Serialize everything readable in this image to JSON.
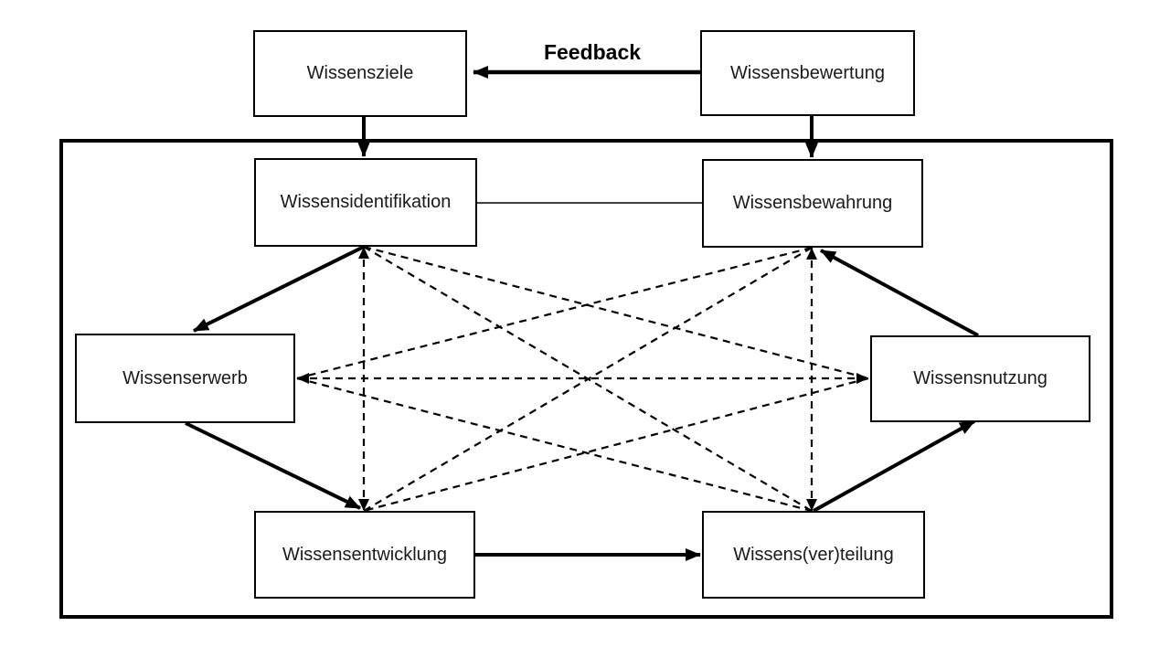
{
  "feedback_label": "Feedback",
  "nodes": {
    "wissensziele": "Wissensziele",
    "wissensbewertung": "Wissensbewertung",
    "wissensidentifikation": "Wissensidentifikation",
    "wissensbewahrung": "Wissensbewahrung",
    "wissenserwerb": "Wissenserwerb",
    "wissensnutzung": "Wissensnutzung",
    "wissensentwicklung": "Wissensentwicklung",
    "wissensverteilung": "Wissens(ver)teilung"
  },
  "colors": {
    "line": "#000000",
    "background": "#ffffff",
    "text": "#1a1a1a"
  },
  "edges": {
    "solid_arrows": [
      {
        "from": "Wissensbewertung",
        "to": "Wissensziele",
        "label": "Feedback"
      },
      {
        "from": "Wissensziele",
        "to": "Wissensidentifikation"
      },
      {
        "from": "Wissensbewertung",
        "to": "Wissensbewahrung"
      },
      {
        "from": "Wissensidentifikation",
        "to": "Wissenserwerb"
      },
      {
        "from": "Wissenserwerb",
        "to": "Wissensentwicklung"
      },
      {
        "from": "Wissensentwicklung",
        "to": "Wissens(ver)teilung"
      },
      {
        "from": "Wissens(ver)teilung",
        "to": "Wissensnutzung"
      },
      {
        "from": "Wissensnutzung",
        "to": "Wissensbewahrung"
      }
    ],
    "plain_lines": [
      {
        "between": [
          "Wissensidentifikation",
          "Wissensbewahrung"
        ]
      }
    ],
    "dashed_links": [
      {
        "between": [
          "Wissensidentifikation",
          "Wissensentwicklung"
        ]
      },
      {
        "between": [
          "Wissensidentifikation",
          "Wissensnutzung"
        ]
      },
      {
        "between": [
          "Wissensidentifikation",
          "Wissens(ver)teilung"
        ]
      },
      {
        "between": [
          "Wissensbewahrung",
          "Wissens(ver)teilung"
        ]
      },
      {
        "between": [
          "Wissensbewahrung",
          "Wissenserwerb"
        ]
      },
      {
        "between": [
          "Wissensbewahrung",
          "Wissensentwicklung"
        ]
      },
      {
        "between": [
          "Wissenserwerb",
          "Wissensnutzung"
        ]
      },
      {
        "between": [
          "Wissenserwerb",
          "Wissens(ver)teilung"
        ]
      },
      {
        "between": [
          "Wissensnutzung",
          "Wissensentwicklung"
        ]
      }
    ]
  }
}
